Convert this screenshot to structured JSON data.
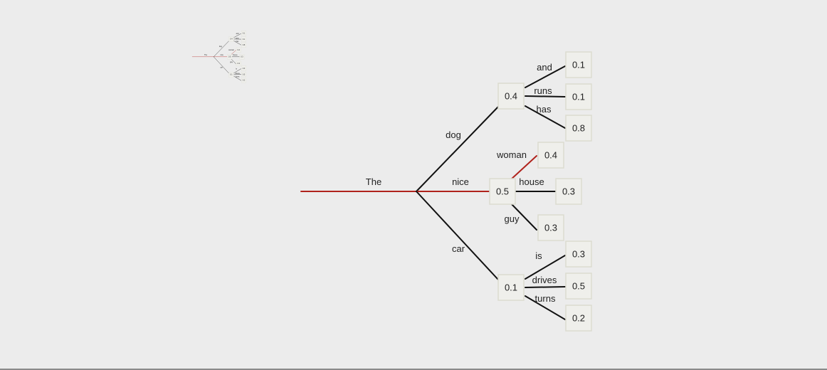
{
  "colors": {
    "background": "#ececec",
    "edge": "#111111",
    "highlight": "#b0231c",
    "node_border": "#dcdcd0",
    "node_fill": "#efefeb",
    "text": "#222222"
  },
  "tree": {
    "root": {
      "edge_label": "The"
    },
    "branches": [
      {
        "id": "dog",
        "edge_label": "dog",
        "prob": "0.4",
        "children": [
          {
            "id": "and",
            "edge_label": "and",
            "prob": "0.1"
          },
          {
            "id": "runs",
            "edge_label": "runs",
            "prob": "0.1"
          },
          {
            "id": "has",
            "edge_label": "has",
            "prob": "0.8"
          }
        ]
      },
      {
        "id": "nice",
        "edge_label": "nice",
        "prob": "0.5",
        "highlighted": true,
        "children": [
          {
            "id": "woman",
            "edge_label": "woman",
            "prob": "0.4",
            "highlighted": true
          },
          {
            "id": "house",
            "edge_label": "house",
            "prob": "0.3"
          },
          {
            "id": "guy",
            "edge_label": "guy",
            "prob": "0.3"
          }
        ]
      },
      {
        "id": "car",
        "edge_label": "car",
        "prob": "0.1",
        "children": [
          {
            "id": "is",
            "edge_label": "is",
            "prob": "0.3"
          },
          {
            "id": "drives",
            "edge_label": "drives",
            "prob": "0.5"
          },
          {
            "id": "turns",
            "edge_label": "turns",
            "prob": "0.2"
          }
        ]
      }
    ]
  }
}
